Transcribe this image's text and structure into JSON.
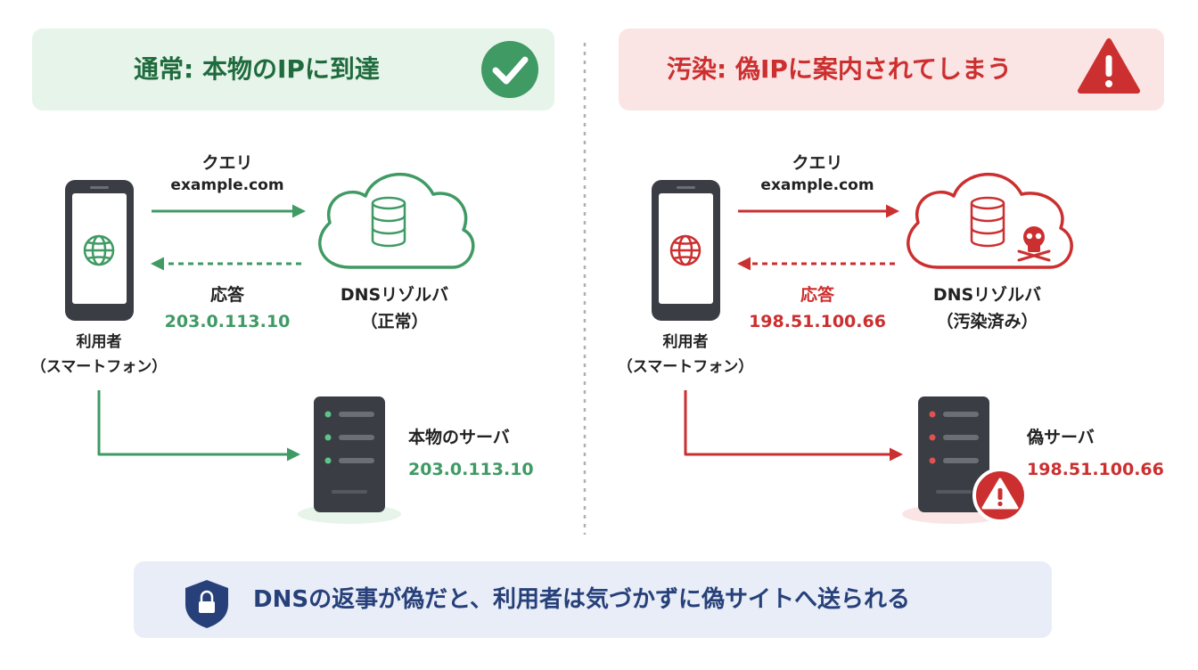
{
  "colors": {
    "ok": "#3f9a64",
    "ok_dark": "#1f6b3d",
    "bad": "#cc2f2f",
    "ok_banner_bg": "#e6f4ea",
    "bad_banner_bg": "#fbe4e4",
    "footer_bg": "#e8edf7",
    "footer_text": "#27407a",
    "device": "#3a3d44"
  },
  "normal": {
    "title": "通常: 本物のIPに到達",
    "status_icon": "check-circle-icon",
    "query_label": "クエリ",
    "query_domain": "example.com",
    "response_label": "応答",
    "response_ip": "203.0.113.10",
    "client_label": "利用者",
    "client_sub": "（スマートフォン）",
    "resolver_label": "DNSリゾルバ",
    "resolver_sub": "（正常）",
    "server_label": "本物のサーバ",
    "server_ip": "203.0.113.10"
  },
  "poisoned": {
    "title": "汚染: 偽IPに案内されてしまう",
    "status_icon": "warning-triangle-icon",
    "query_label": "クエリ",
    "query_domain": "example.com",
    "response_label": "応答",
    "response_ip": "198.51.100.66",
    "client_label": "利用者",
    "client_sub": "（スマートフォン）",
    "resolver_label": "DNSリゾルバ",
    "resolver_sub": "（汚染済み）",
    "server_label": "偽サーバ",
    "server_ip": "198.51.100.66"
  },
  "footer": {
    "icon": "shield-lock-icon",
    "text": "DNSの返事が偽だと、利用者は気づかずに偽サイトへ送られる"
  }
}
